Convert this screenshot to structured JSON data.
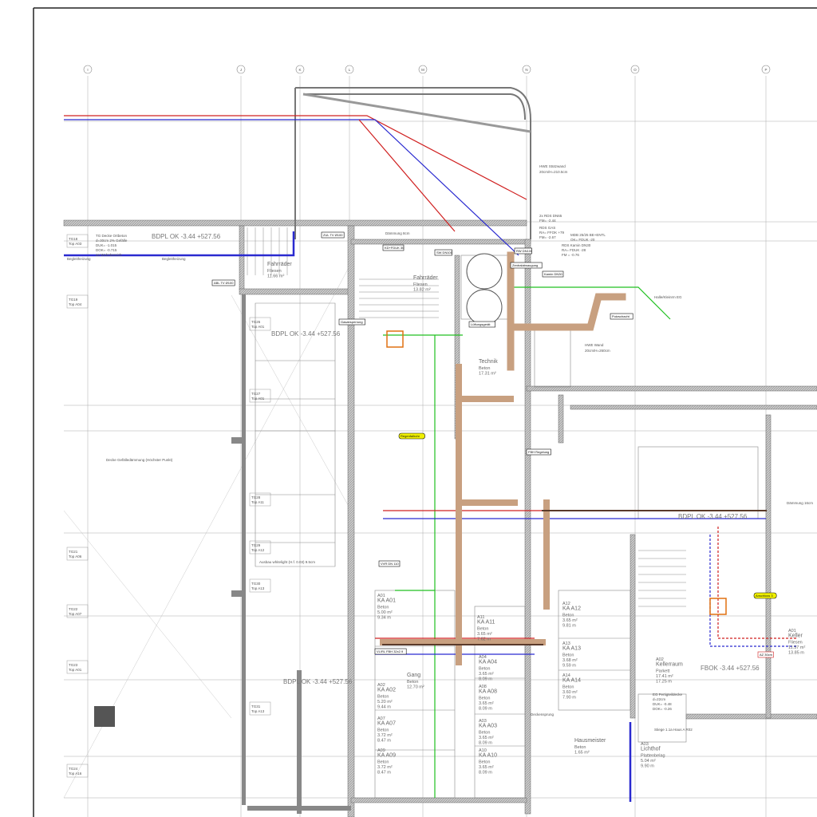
{
  "drawing": {
    "grid_axes": [
      "I",
      "J",
      "K",
      "L",
      "M",
      "N",
      "O",
      "P"
    ],
    "level_marks": [
      "BDPL OK -3.44 +527.56",
      "BDPL OK -3.44 +527.56",
      "BDPL OK -3.44 +527.56",
      "FBOK -3.44 +527.56",
      "BDPL OK -3.44 +527.56"
    ],
    "rooms": [
      {
        "id": "",
        "name": "Fahrräder",
        "floor": "Fliesen",
        "area": "11.66 m²",
        "perimeter": ""
      },
      {
        "id": "",
        "name": "Fahrräder",
        "floor": "Fliesen",
        "area": "13.82 m²",
        "perimeter": ""
      },
      {
        "id": "A01",
        "name": "KA A01",
        "floor": "Beton",
        "area": "5.00 m²",
        "perimeter": "9.34 m"
      },
      {
        "id": "A11",
        "name": "KA A11",
        "floor": "Beton",
        "area": "3.65 m²",
        "perimeter": "7.62 m"
      },
      {
        "id": "A04",
        "name": "KA A04",
        "floor": "Beton",
        "area": "3.65 m²",
        "perimeter": "8.09 m"
      },
      {
        "id": "A02",
        "name": "KA A02",
        "floor": "Beton",
        "area": "5.20 m²",
        "perimeter": "9.44 m"
      },
      {
        "id": "A08",
        "name": "KA A08",
        "floor": "Beton",
        "area": "3.65 m²",
        "perimeter": "8.09 m"
      },
      {
        "id": "A07",
        "name": "KA A07",
        "floor": "Beton",
        "area": "3.72 m²",
        "perimeter": "8.47 m"
      },
      {
        "id": "A03",
        "name": "KA A03",
        "floor": "Beton",
        "area": "3.65 m²",
        "perimeter": "8.09 m"
      },
      {
        "id": "A09",
        "name": "KA A09",
        "floor": "Beton",
        "area": "3.72 m²",
        "perimeter": "8.47 m"
      },
      {
        "id": "A10",
        "name": "KA A10",
        "floor": "Beton",
        "area": "3.65 m²",
        "perimeter": "8.09 m"
      },
      {
        "id": "A12",
        "name": "KA A12",
        "floor": "Beton",
        "area": "3.65 m²",
        "perimeter": "9.81 m"
      },
      {
        "id": "A13",
        "name": "KA A13",
        "floor": "Beton",
        "area": "3.68 m²",
        "perimeter": "9.59 m"
      },
      {
        "id": "A14",
        "name": "KA A14",
        "floor": "Beton",
        "area": "3.60 m²",
        "perimeter": "7.90 m"
      },
      {
        "id": "A02",
        "name": "Kellerraum",
        "floor": "Parkett",
        "area": "17.41 m²",
        "perimeter": "17.25 m"
      },
      {
        "id": "A03",
        "name": "Lichthof",
        "floor": "Plattenbelag",
        "area": "5.04 m²",
        "perimeter": "9.90 m"
      },
      {
        "id": "A01",
        "name": "Keller",
        "floor": "Fliesen",
        "area": "11.57 m²",
        "perimeter": "13.85 m"
      },
      {
        "id": "",
        "name": "Gang",
        "floor": "Beton",
        "area": "12.70 m²",
        "perimeter": ""
      },
      {
        "id": "",
        "name": "Hausmeister",
        "floor": "Beton",
        "area": "1.65 m²",
        "perimeter": ""
      },
      {
        "id": "",
        "name": "Technik",
        "floor": "Beton",
        "area": "17.31 m²",
        "perimeter": ""
      }
    ],
    "top_labels": [
      "TG18 Top A03",
      "TG19 Top A04",
      "TG26 Top A01",
      "TG27 Top A01",
      "TG28 Top A11",
      "TG29 Top A12",
      "TG30 Top A13",
      "TG31 Top A13",
      "TG21 Top A06",
      "TG22 Top A07",
      "TG23 Top A01",
      "TG24 Top A16"
    ],
    "notes": [
      "TG Decke Ortbeton",
      "d=30cm 2% Gefälle",
      "DUK= -1.015",
      "DOK= -0.715",
      "an Wohnbereich",
      "HWE Stützwand",
      "20cm/H=210.5cm",
      "2x RDS DN65",
      "FM= -2.44",
      "RDS GAS",
      "RA= FFOK +79",
      "FM= -2.67",
      "MDB 25/25 BE+ENTL",
      "OK= FDUK -20",
      "RDS Kamin DN30",
      "RA= FDUK -28",
      "FM = -0.76",
      "HWE Wand",
      "20cm/H=260cm",
      "Halle/Kleinrm EG",
      "Dämmung 8cm",
      "Dämmung 16cm",
      "EG Fertigteildecke",
      "d=22cm",
      "DUK= -0.48",
      "DOK= -0.26",
      "Stiege 1.1a Haus A R02",
      "Decke Gefälledämmung (Höchster Punkt)",
      "Ausbau whitelight (H.f. 0.03) 9.5cm",
      "Deckensprung"
    ],
    "tags": [
      "ABL TV Ø100",
      "ZUL TV Ø100",
      "KD+FDUK 30",
      "SW DN100",
      "RW DN100",
      "Kamin DN30",
      "Gasabsperrung",
      "Lüftungsgerät",
      "Putzschacht",
      "Zentralabsaugung",
      "Regenfallrohr",
      "VL/RL FBH 32x2.9",
      "FBH Regelung",
      "Anschluss 3",
      "AZ 30cm",
      "VVR DN 110"
    ],
    "side_text": [
      "Begleitheizung",
      "Begleitheizung"
    ],
    "colors": {
      "line": "#555555",
      "wall": "#9a9a9a",
      "pipe_blue": "#2a2ad0",
      "pipe_red": "#d02020",
      "pipe_green": "#20c020",
      "duct": "#c8a080",
      "tag_yellow": "#f0f000",
      "orange": "#e07010"
    }
  }
}
